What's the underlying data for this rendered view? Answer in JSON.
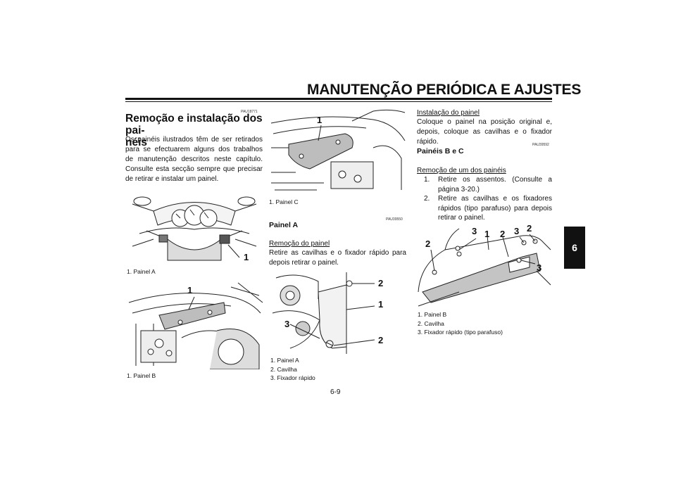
{
  "header": {
    "title": "MANUTENÇÃO PERIÓDICA E AJUSTES"
  },
  "chapter_tab": "6",
  "page_number": "6-9",
  "col1": {
    "code": "PAU18771",
    "heading_line1": "Remoção e instalação dos pai-",
    "heading_line2": "néis",
    "intro": "Os painéis ilustrados têm de ser retirados para se efectuarem alguns dos trabalhos de manutenção descritos neste capítulo. Consulte esta secção sempre que precisar de retirar e instalar um painel.",
    "fig1": {
      "callouts": [
        "1"
      ],
      "captions": [
        "1. Painel A"
      ]
    },
    "fig2": {
      "callouts": [
        "1"
      ],
      "captions": [
        "1. Painel B"
      ]
    }
  },
  "col2": {
    "fig3": {
      "callouts": [
        "1"
      ],
      "captions": [
        "1. Painel C"
      ]
    },
    "code": "PAU39550",
    "heading": "Painel A",
    "subheading": "Remoção do painel",
    "text": "Retire as cavilhas e o fixador rápido para depois retirar o painel.",
    "fig4": {
      "callouts": [
        "2",
        "1",
        "3",
        "2"
      ],
      "captions": [
        "1. Painel A",
        "2. Cavilha",
        "3. Fixador rápido"
      ]
    }
  },
  "col3": {
    "subheading1": "Instalação do painel",
    "text1": "Coloque o painel na posição original e, depois, coloque as cavilhas e o fixador rápido.",
    "code": "PAU39592",
    "heading": "Painéis B e C",
    "subheading2": "Remoção de um dos painéis",
    "steps": [
      {
        "n": "1.",
        "text": "Retire os assentos. (Consulte a página 3-20.)"
      },
      {
        "n": "2.",
        "text": "Retire as cavilhas e os fixadores rápidos (tipo parafuso) para depois retirar o painel."
      }
    ],
    "fig5": {
      "callouts": [
        "3",
        "1",
        "2",
        "3",
        "2",
        "2",
        "3"
      ],
      "captions": [
        "1. Painel B",
        "2. Cavilha",
        "3. Fixador rápido (tipo parafuso)"
      ]
    }
  }
}
